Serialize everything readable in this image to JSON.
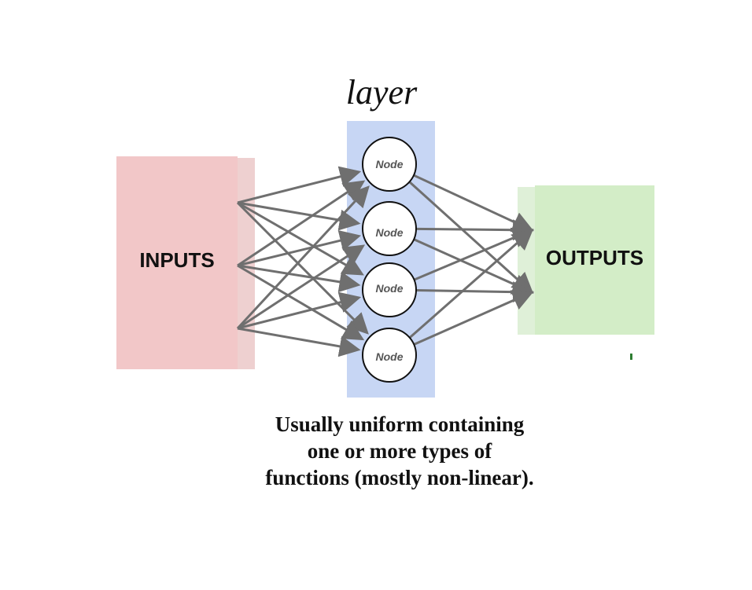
{
  "layer_label": "layer",
  "inputs_label": "INPUTS",
  "outputs_label": "OUTPUTS",
  "nodes": [
    "Node",
    "Node",
    "Node",
    "Node"
  ],
  "caption": [
    "Usually uniform containing",
    "one or more types of",
    "functions (mostly non-linear)."
  ],
  "colors": {
    "inputs": "#f2c7c8",
    "layer": "#c7d6f4",
    "outputs": "#d3edc7",
    "arrows": "#6f6f6f",
    "node_fill": "#ffffff",
    "node_stroke": "#111111"
  }
}
